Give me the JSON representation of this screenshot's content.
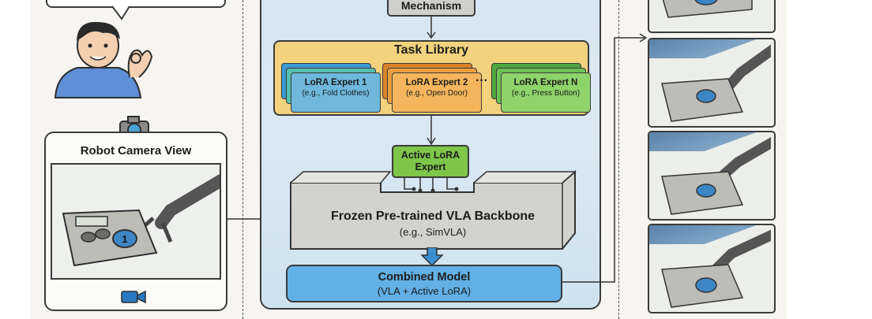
{
  "center": {
    "mechanism_label": "Mechanism",
    "task_library": {
      "title": "Task Library",
      "experts": [
        {
          "name": "LoRA Expert 1",
          "example": "(e.g., Fold Clothes)",
          "color": "#6fb8dc",
          "back_colors": [
            "#3a9ad1",
            "#55c0b0"
          ]
        },
        {
          "name": "LoRA Expert 2",
          "example": "(e.g., Open Door)",
          "color": "#f4b55c",
          "back_colors": [
            "#d8832c",
            "#ec9f41"
          ]
        },
        {
          "name": "LoRA Expert N",
          "example": "(e.g., Press Button)",
          "color": "#8fd36b",
          "back_colors": [
            "#4ea73d",
            "#6cc154"
          ]
        }
      ],
      "ellipsis": "···"
    },
    "active_lora": {
      "line1": "Active LoRA",
      "line2": "Expert"
    },
    "backbone": {
      "title": "Frozen Pre-trained VLA Backbone",
      "subtitle": "(e.g., SimVLA)"
    },
    "combined": {
      "title": "Combined Model",
      "subtitle": "(VLA + Active LoRA)"
    }
  },
  "left": {
    "camera_view_title": "Robot Camera View",
    "button_number": "1"
  },
  "colors": {
    "panel_blue": "#d6e6f2",
    "task_library_bg": "#f3d27e",
    "active_lora": "#7ec64a",
    "combined": "#62b0e6",
    "backbone_gray": "#d2d2cf"
  },
  "icons": [
    "camera-icon",
    "video-camera-icon",
    "ok-hand-person-icon",
    "robot-arm-icon"
  ]
}
